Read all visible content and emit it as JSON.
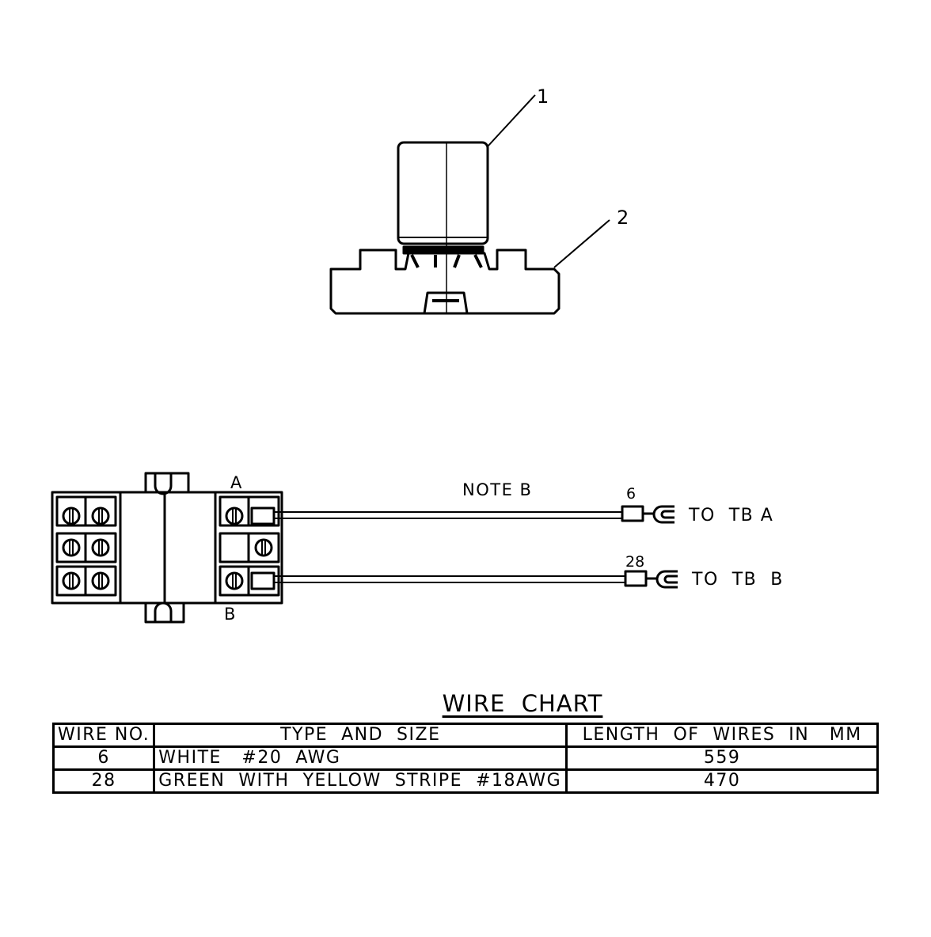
{
  "callouts": {
    "item1": "1",
    "item2": "2"
  },
  "terminal_block": {
    "label_a": "A",
    "label_b": "B",
    "note": "NOTE B",
    "wire_6_number": "6",
    "wire_28_number": "28",
    "dest_a": "TO  TB A",
    "dest_b": "TO  TB  B"
  },
  "wire_chart": {
    "title": "WIRE  CHART",
    "headers": [
      "WIRE NO.",
      "TYPE  AND  SIZE",
      "LENGTH  OF  WIRES  IN   MM"
    ],
    "rows": [
      {
        "wire_no": "6",
        "type_size": "WHITE   #20  AWG",
        "length": "559"
      },
      {
        "wire_no": "28",
        "type_size": "GREEN  WITH  YELLOW  STRIPE  #18AWG",
        "length": "470"
      }
    ]
  }
}
